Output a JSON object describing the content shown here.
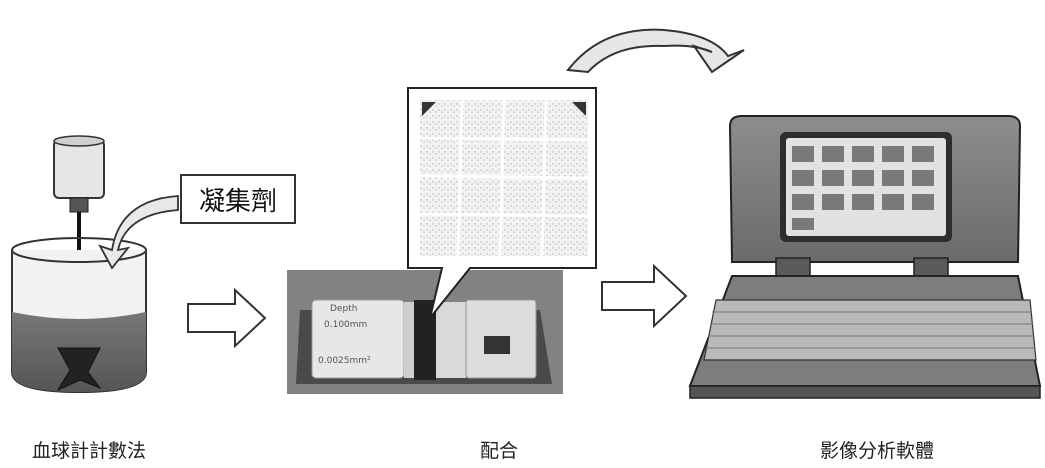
{
  "reagent_label": "凝集劑",
  "captions": {
    "left": "血球計計數法",
    "middle": "配合",
    "right": "影像分析軟體"
  },
  "slide_text": {
    "depth_title": "Depth",
    "depth_value": "0.100mm",
    "area_value": "0.0025mm²"
  }
}
